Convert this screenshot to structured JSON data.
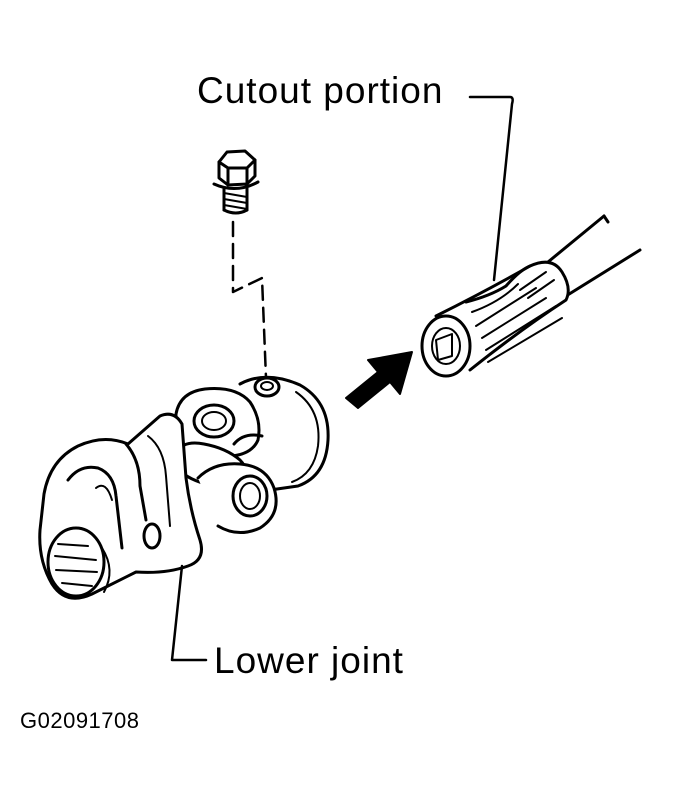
{
  "figure": {
    "labels": {
      "cutout_portion": "Cutout portion",
      "lower_joint": "Lower joint",
      "figure_code": "G02091708"
    },
    "parts": [
      "bolt-icon",
      "universal-joint-icon",
      "steering-shaft-icon",
      "insertion-arrow-icon"
    ],
    "colors": {
      "line": "#000000",
      "background": "#ffffff"
    }
  }
}
